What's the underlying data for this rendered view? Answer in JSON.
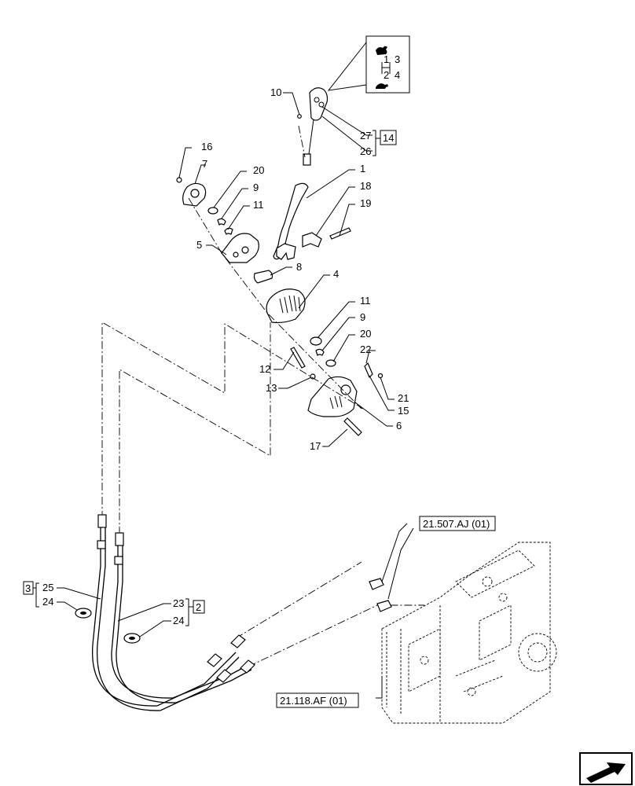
{
  "callouts": [
    {
      "id": "c10",
      "text": "10"
    },
    {
      "id": "c27",
      "text": "27"
    },
    {
      "id": "c26",
      "text": "26"
    },
    {
      "id": "c14",
      "text": "14"
    },
    {
      "id": "c16",
      "text": "16"
    },
    {
      "id": "c7",
      "text": "7"
    },
    {
      "id": "c20a",
      "text": "20"
    },
    {
      "id": "c9a",
      "text": "9"
    },
    {
      "id": "c11a",
      "text": "11"
    },
    {
      "id": "c1",
      "text": "1"
    },
    {
      "id": "c18",
      "text": "18"
    },
    {
      "id": "c19",
      "text": "19"
    },
    {
      "id": "c5",
      "text": "5"
    },
    {
      "id": "c8",
      "text": "8"
    },
    {
      "id": "c4",
      "text": "4"
    },
    {
      "id": "c11b",
      "text": "11"
    },
    {
      "id": "c9b",
      "text": "9"
    },
    {
      "id": "c20b",
      "text": "20"
    },
    {
      "id": "c22",
      "text": "22"
    },
    {
      "id": "c12",
      "text": "12"
    },
    {
      "id": "c13",
      "text": "13"
    },
    {
      "id": "c21",
      "text": "21"
    },
    {
      "id": "c15",
      "text": "15"
    },
    {
      "id": "c6",
      "text": "6"
    },
    {
      "id": "c17",
      "text": "17"
    },
    {
      "id": "c3",
      "text": "3"
    },
    {
      "id": "c25",
      "text": "25"
    },
    {
      "id": "c24a",
      "text": "24"
    },
    {
      "id": "c23",
      "text": "23"
    },
    {
      "id": "c2",
      "text": "2"
    },
    {
      "id": "c24b",
      "text": "24"
    }
  ],
  "references": {
    "ref_top": "21.507.AJ (01)",
    "ref_bottom": "21.118.AF (01)"
  },
  "gear_pattern": {
    "n1": "1",
    "n3": "3",
    "n2": "2",
    "n4": "4"
  }
}
